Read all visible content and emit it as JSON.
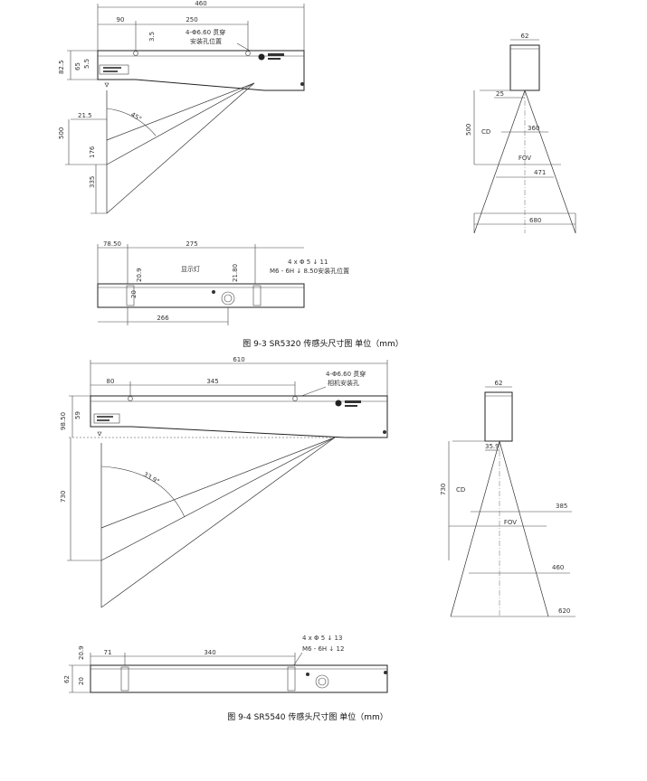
{
  "fig3": {
    "side": {
      "dim_total": "460",
      "dim_90": "90",
      "dim_250": "250",
      "dim_3_5": "3.5",
      "hole_note_1": "4-Φ6.60 贯穿",
      "hole_note_2": "安装孔位置",
      "dim_82_5": "82.5",
      "dim_65": "65",
      "dim_5_5": "5.5",
      "dim_21_5": "21.5",
      "angle": "45°",
      "dim_500": "500",
      "dim_176": "176",
      "dim_335": "335"
    },
    "beam": {
      "dim_62": "62",
      "dim_25": "25",
      "dim_500": "500",
      "label_cd": "CD",
      "dim_360": "360",
      "label_fov": "FOV",
      "dim_471": "471",
      "dim_680": "680"
    },
    "top": {
      "dim_78_50": "78.50",
      "dim_275": "275",
      "hole_note_1": "4 x Φ 5 ↓ 11",
      "hole_note_2": "M6 - 6H ↓ 8.50安装孔位置",
      "dim_20_9": "20.9",
      "label_indicator": "显示灯",
      "dim_21_80": "21.80",
      "dim_266": "266",
      "dim_20": "20"
    },
    "caption": "图 9-3  SR5320 传感头尺寸图 单位（mm）"
  },
  "fig4": {
    "side": {
      "dim_total": "610",
      "dim_80": "80",
      "dim_345": "345",
      "hole_note_1": "4-Φ6.60 贯穿",
      "hole_note_2": "相机安装孔",
      "dim_98_50": "98.50",
      "dim_59": "59",
      "angle": "33.9°",
      "dim_730": "730"
    },
    "beam": {
      "dim_62": "62",
      "dim_35_9": "35.9",
      "dim_730": "730",
      "label_cd": "CD",
      "dim_385": "385",
      "label_fov": "FOV",
      "dim_460": "460",
      "dim_620": "620"
    },
    "top": {
      "dim_71": "71",
      "dim_340": "340",
      "hole_note_1": "4 x Φ 5 ↓ 13",
      "hole_note_2": "M6 - 6H ↓ 12",
      "dim_20_9": "20.9",
      "dim_62": "62",
      "dim_20": "20"
    },
    "caption": "图 9-4  SR5540 传感头尺寸图 单位（mm）"
  }
}
